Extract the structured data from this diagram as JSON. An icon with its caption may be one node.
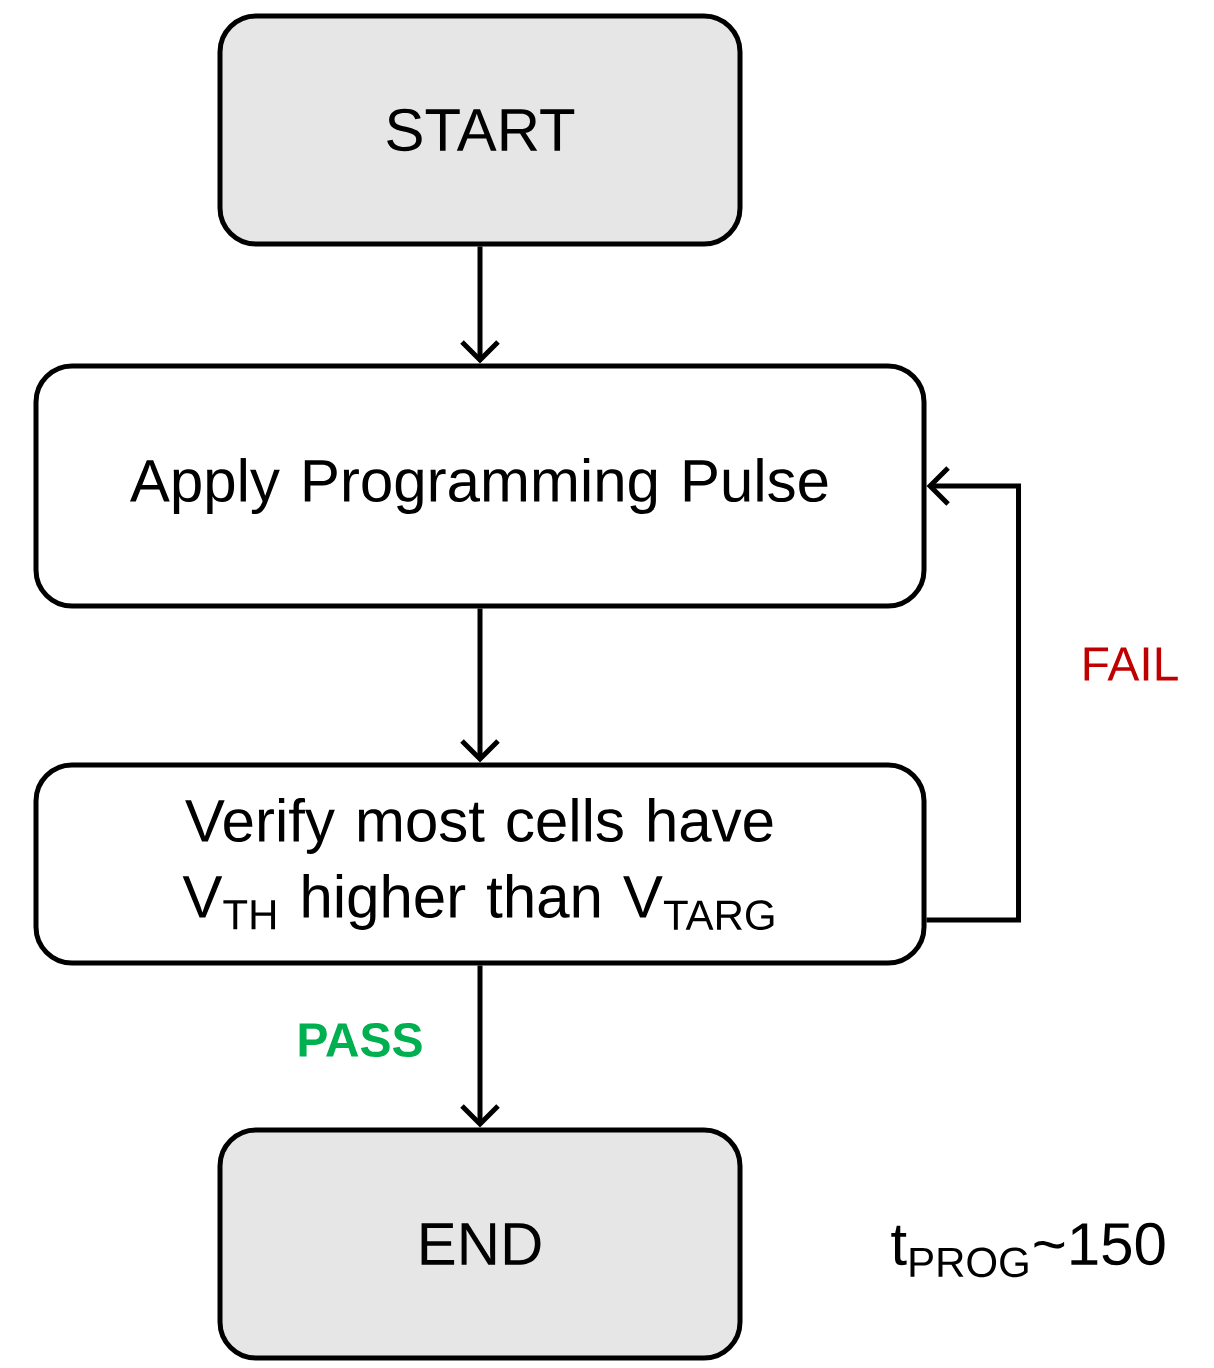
{
  "diagram": {
    "nodes": [
      {
        "text": [
          "START"
        ]
      },
      {
        "text": [
          "Apply Programming Pulse"
        ]
      },
      {
        "text": [
          "Verify most cells have V$_{TH}$ higher than V$_{TARG}$"
        ]
      },
      {
        "text": [
          "END"
        ]
      }
    ],
    "edges": [
      {
        "from": 0,
        "to": 1,
        "arrow": "to"
      },
      {
        "from": 1,
        "to": 2,
        "arrow": "to"
      },
      {
        "from": 2,
        "to": 1,
        "arrow": "to",
        "label": "FAIL"
      },
      {
        "from": 2,
        "to": 3,
        "arrow": "to",
        "label": "PASS"
      }
    ],
    "labels": [
      "t$_{PROG}$~150"
    ]
  }
}
